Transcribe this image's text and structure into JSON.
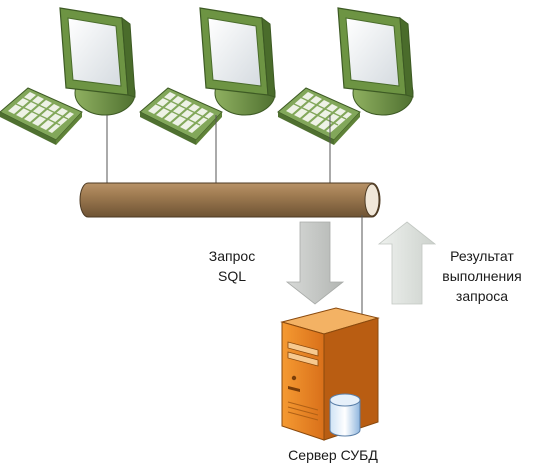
{
  "labels": {
    "request": [
      "Запрос",
      "SQL"
    ],
    "result": [
      "Результат",
      "выполнения",
      "запроса"
    ],
    "server": "Сервер СУБД"
  },
  "colors": {
    "monitor_frame": "#5b7f3a",
    "monitor_screen": "#e8ecef",
    "keyboard": "#7fa055",
    "network_bus": "#8c6a45",
    "server_body": "#e07a1e",
    "arrow_down": "#c8cac8",
    "arrow_up": "#dfe3df",
    "cylinder": "#9cc3e8"
  },
  "icons": {
    "workstation": "desktop-computer-icon",
    "server": "server-tower-icon",
    "database": "database-cylinder-icon"
  }
}
